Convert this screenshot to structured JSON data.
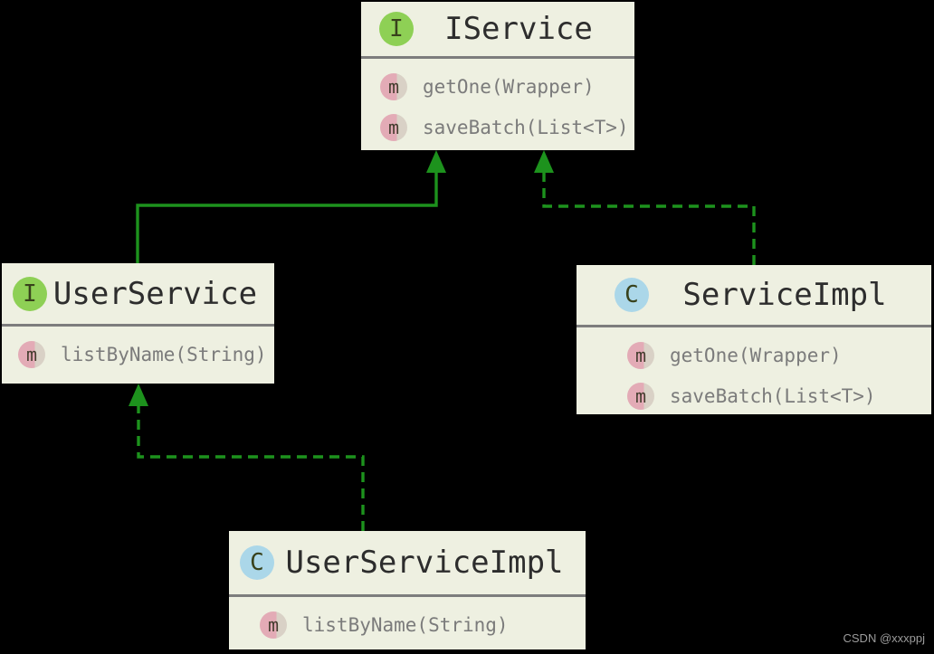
{
  "diagram": {
    "type": "uml-class-diagram",
    "watermark": "CSDN @xxxppj",
    "method_icon_letter": "m",
    "colors": {
      "bg": "#000000",
      "box": "#eef0e1",
      "divider": "#7d7d7d",
      "line": "#1d921d",
      "titletext": "#2d2d2d",
      "methodtext": "#7b7b7b",
      "ifaceicon": "#8ed055",
      "classicon": "#abd7e9",
      "methodicon": "#e3abb6",
      "watermarktext": "#9c9c9c"
    },
    "classes": [
      {
        "name": "IService",
        "kind": "interface",
        "icon_letter": "I",
        "methods": [
          "getOne(Wrapper)",
          "saveBatch(List<T>)"
        ]
      },
      {
        "name": "UserService",
        "kind": "interface",
        "icon_letter": "I",
        "methods": [
          "listByName(String)"
        ]
      },
      {
        "name": "ServiceImpl",
        "kind": "class",
        "icon_letter": "C",
        "methods": [
          "getOne(Wrapper)",
          "saveBatch(List<T>)"
        ]
      },
      {
        "name": "UserServiceImpl",
        "kind": "class",
        "icon_letter": "C",
        "methods": [
          "listByName(String)"
        ]
      }
    ],
    "relations": [
      {
        "from": "UserService",
        "to": "IService",
        "type": "extends",
        "line_style": "solid"
      },
      {
        "from": "ServiceImpl",
        "to": "IService",
        "type": "implements",
        "line_style": "dashed"
      },
      {
        "from": "UserServiceImpl",
        "to": "UserService",
        "type": "implements",
        "line_style": "dashed"
      }
    ]
  }
}
